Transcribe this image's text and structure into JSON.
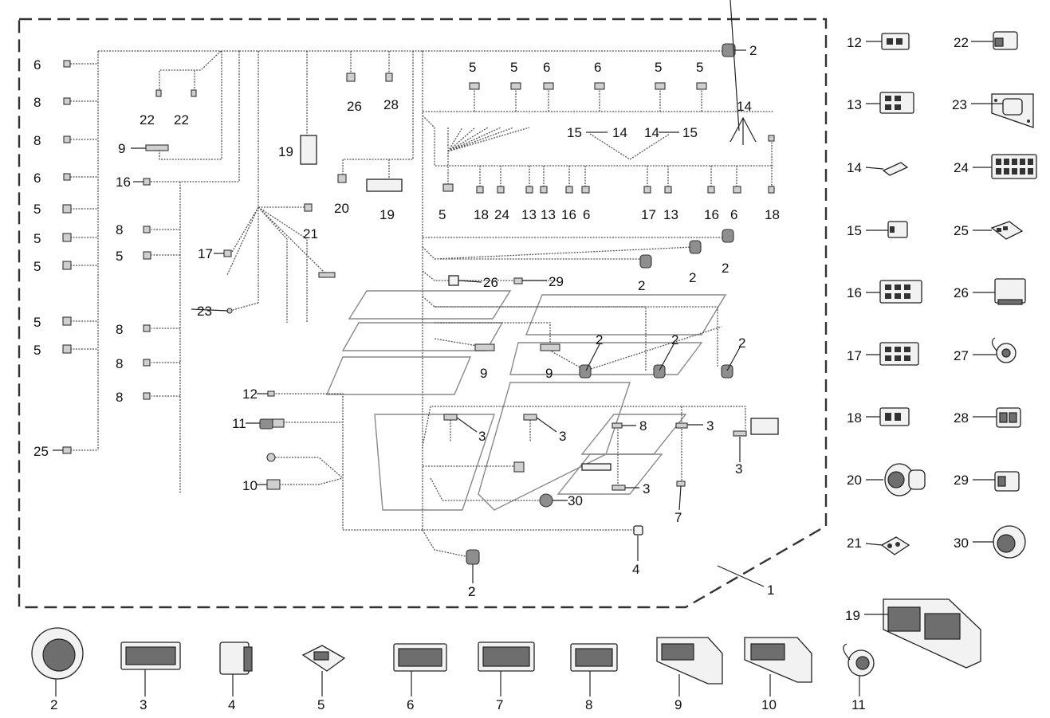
{
  "diagram": {
    "assembly_label": "1",
    "harness_labels": {
      "left_rail": [
        "6",
        "8",
        "8",
        "6",
        "5",
        "5",
        "5",
        "5",
        "5",
        "25"
      ],
      "top_left": [
        "22",
        "22",
        "9",
        "16"
      ],
      "mid_column": [
        "8",
        "5",
        "8",
        "8",
        "8"
      ],
      "center_top": [
        "26",
        "28",
        "19",
        "20",
        "19",
        "21",
        "17",
        "23"
      ],
      "right_top": [
        "2",
        "5",
        "5",
        "6",
        "6",
        "5",
        "5",
        "14",
        "15",
        "14",
        "14",
        "15"
      ],
      "right_row": [
        "5",
        "18",
        "24",
        "13",
        "13",
        "16",
        "6",
        "17",
        "13",
        "16",
        "6",
        "18"
      ],
      "lower_center": [
        "2",
        "2",
        "2",
        "26",
        "29",
        "2",
        "9",
        "9",
        "2",
        "2",
        "2"
      ],
      "lower_left": [
        "12",
        "11",
        "10"
      ],
      "lower_right": [
        "3",
        "3",
        "8",
        "3",
        "3",
        "3",
        "7",
        "30",
        "4",
        "2"
      ]
    },
    "side_parts": [
      {
        "label": "12",
        "icon": "connector-2pin-icon"
      },
      {
        "label": "22",
        "icon": "connector-2pin-latch-icon"
      },
      {
        "label": "13",
        "icon": "connector-4pin-icon"
      },
      {
        "label": "23",
        "icon": "dsub-connector-icon"
      },
      {
        "label": "14",
        "icon": "terminal-sleeve-icon"
      },
      {
        "label": "24",
        "icon": "connector-12pin-icon"
      },
      {
        "label": "15",
        "icon": "connector-1pin-icon"
      },
      {
        "label": "25",
        "icon": "connector-small-latch-icon"
      },
      {
        "label": "16",
        "icon": "connector-6pin-icon"
      },
      {
        "label": "26",
        "icon": "relay-socket-icon"
      },
      {
        "label": "17",
        "icon": "connector-6pin-icon"
      },
      {
        "label": "27",
        "icon": "round-plug-cap-icon"
      },
      {
        "label": "18",
        "icon": "connector-2pin-icon"
      },
      {
        "label": "28",
        "icon": "connector-2pin-latch-icon"
      },
      {
        "label": "20",
        "icon": "round-connector-icon"
      },
      {
        "label": "29",
        "icon": "connector-2pin-latch-icon"
      },
      {
        "label": "21",
        "icon": "sealed-connector-icon"
      },
      {
        "label": "30",
        "icon": "round-connector-icon"
      },
      {
        "label": "19",
        "icon": "ecu-connector-icon"
      }
    ],
    "bottom_parts": [
      {
        "label": "2",
        "icon": "round-connector-icon"
      },
      {
        "label": "3",
        "icon": "connector-20pin-icon"
      },
      {
        "label": "4",
        "icon": "relay-socket-icon"
      },
      {
        "label": "5",
        "icon": "connector-small-latch-icon"
      },
      {
        "label": "6",
        "icon": "connector-12pin-icon"
      },
      {
        "label": "7",
        "icon": "connector-16pin-icon"
      },
      {
        "label": "8",
        "icon": "connector-12pin-icon"
      },
      {
        "label": "9",
        "icon": "ecu-connector-half-icon"
      },
      {
        "label": "10",
        "icon": "ecu-connector-half-icon"
      },
      {
        "label": "11",
        "icon": "round-plug-cap-icon"
      }
    ]
  }
}
